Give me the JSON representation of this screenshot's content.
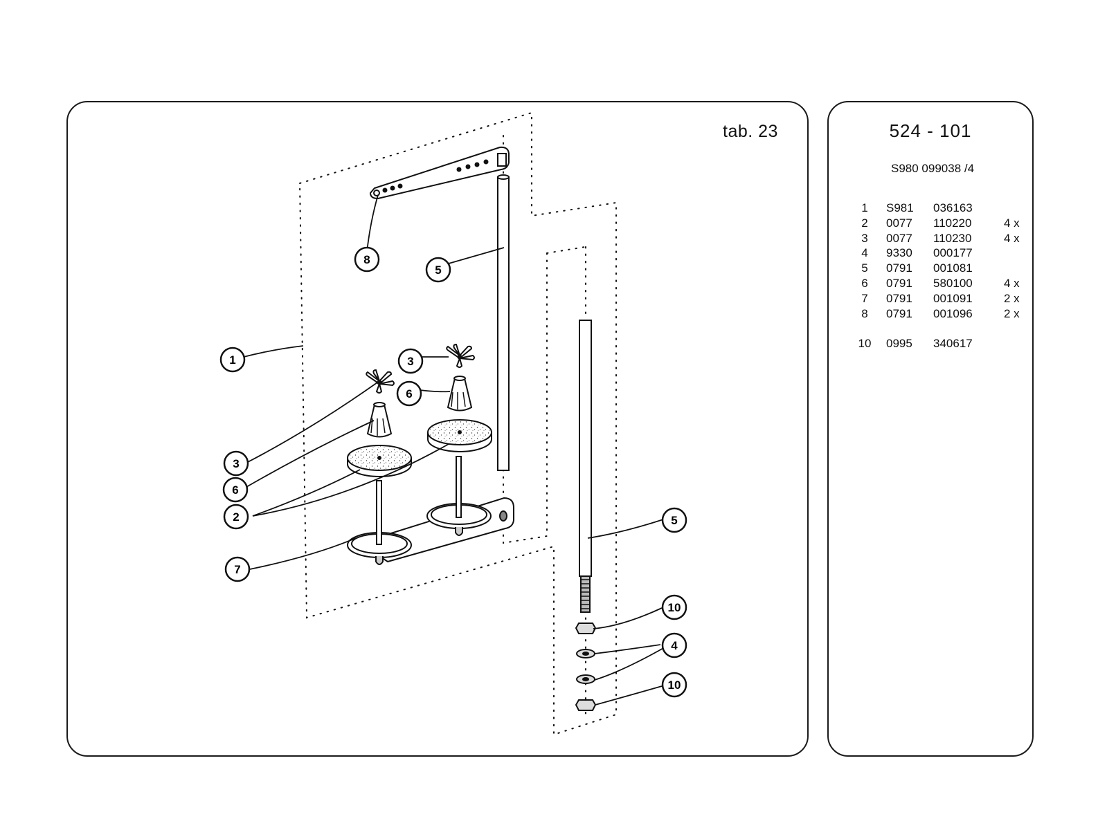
{
  "header": {
    "tab_label": "tab. 23",
    "model_no": "524 - 101",
    "drawing_no": "S980 099038 /4"
  },
  "parts": [
    {
      "pos": "1",
      "prefix": "S981",
      "number": "036163",
      "qty": ""
    },
    {
      "pos": "2",
      "prefix": "0077",
      "number": "110220",
      "qty": "4 x"
    },
    {
      "pos": "3",
      "prefix": "0077",
      "number": "110230",
      "qty": "4 x"
    },
    {
      "pos": "4",
      "prefix": "9330",
      "number": "000177",
      "qty": ""
    },
    {
      "pos": "5",
      "prefix": "0791",
      "number": "001081",
      "qty": ""
    },
    {
      "pos": "6",
      "prefix": "0791",
      "number": "580100",
      "qty": "4 x"
    },
    {
      "pos": "7",
      "prefix": "0791",
      "number": "001091",
      "qty": "2 x"
    },
    {
      "pos": "8",
      "prefix": "0791",
      "number": "001096",
      "qty": "2 x"
    },
    {
      "pos": "10",
      "prefix": "0995",
      "number": "340617",
      "qty": ""
    }
  ],
  "callouts": {
    "c8": "8",
    "c5_top": "5",
    "c1": "1",
    "c3_right": "3",
    "c6_right": "6",
    "c3_left": "3",
    "c6_left": "6",
    "c2": "2",
    "c7": "7",
    "c5_right": "5",
    "c10_top": "10",
    "c4": "4",
    "c10_bottom": "10"
  }
}
